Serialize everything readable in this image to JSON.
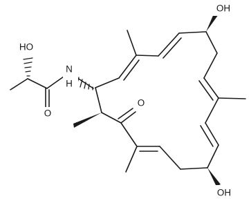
{
  "labels": {
    "oh_top": "OH",
    "oh_bottom": "OH",
    "oh_left": "HO",
    "nh": "N",
    "nh_h": "H",
    "o_amide": "O",
    "o_ketone": "O"
  }
}
